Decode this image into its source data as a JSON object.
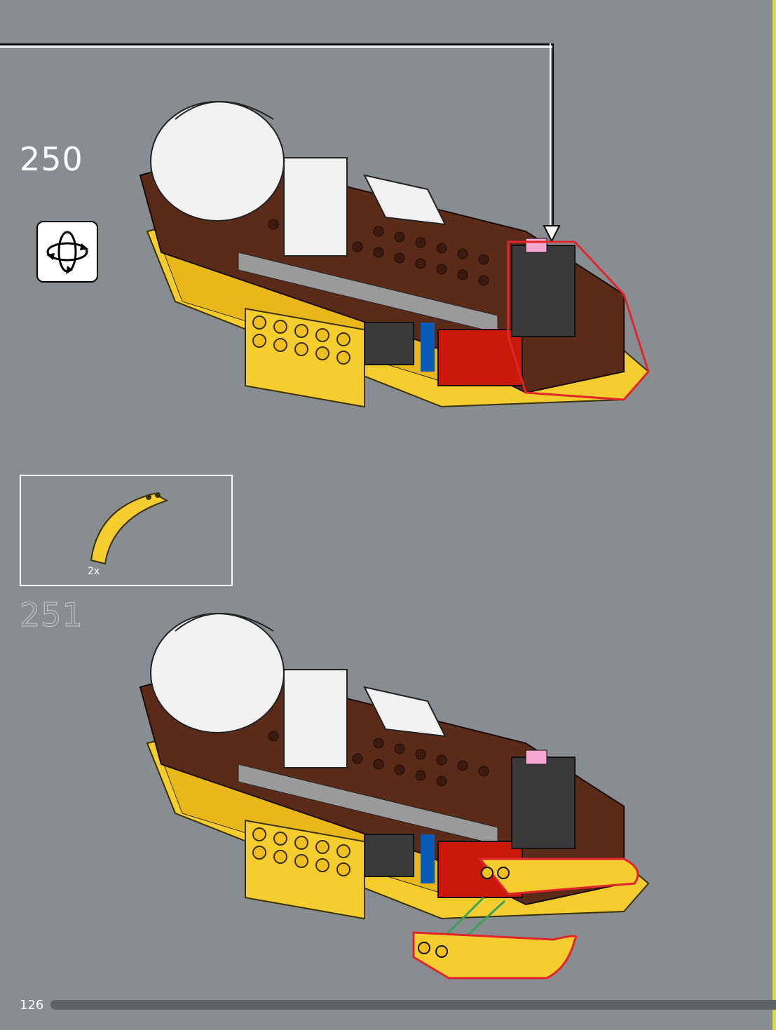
{
  "steps": {
    "first": {
      "number": "250"
    },
    "second": {
      "number": "251"
    }
  },
  "parts_callout": {
    "quantity": "2x",
    "part_icon": "yellow-curved-arch-brick"
  },
  "rotate_icon": "rotate-model-icon",
  "footer": {
    "page_number": "126"
  },
  "colors": {
    "background": "#878d90",
    "yellow": "#f5cd2f",
    "brown": "#5b2b1a",
    "white": "#f2f2f2",
    "red": "#c91a09",
    "blue": "#0a5ab8",
    "pink": "#f2a6d0",
    "highlight": "#e0262b",
    "arrow_green": "#3aa35b"
  }
}
